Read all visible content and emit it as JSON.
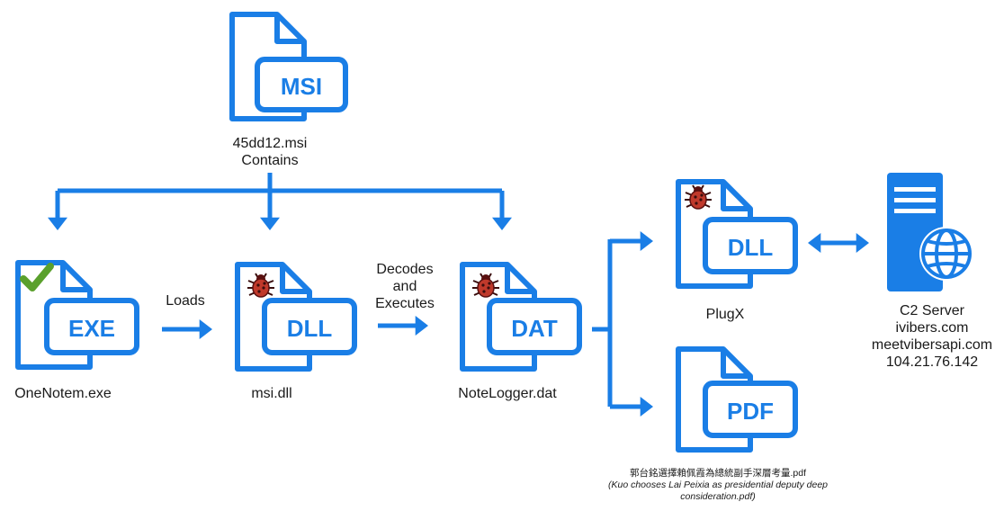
{
  "colors": {
    "primary_blue": "#1a7ee6",
    "badge_fill": "#ffffff",
    "malware_red": "#c0392b",
    "check_green": "#5aa02c",
    "server_blue": "#1a7ee6"
  },
  "nodes": {
    "msi": {
      "badge": "MSI",
      "caption_line1": "45dd12.msi",
      "caption_line2": "Contains"
    },
    "exe": {
      "badge": "EXE",
      "caption": "OneNotem.exe",
      "icon": "green-check-icon"
    },
    "dll_loader": {
      "badge": "DLL",
      "caption": "msi.dll",
      "icon": "malware-bug-icon"
    },
    "dat": {
      "badge": "DAT",
      "caption": "NoteLogger.dat",
      "icon": "malware-bug-icon"
    },
    "plugx": {
      "badge": "DLL",
      "caption": "PlugX",
      "icon": "malware-bug-icon"
    },
    "pdf": {
      "badge": "PDF",
      "caption_line1": "郭台銘選擇賴佩霞為總統副手深層考量.pdf",
      "caption_line2": "(Kuo chooses Lai Peixia as presidential deputy deep",
      "caption_line3": "consideration.pdf)"
    },
    "server": {
      "caption_line1": "C2 Server",
      "caption_line2": "ivibers.com",
      "caption_line3": "meetvibersapi.com",
      "caption_line4": "104.21.76.142",
      "icon": "server-globe-icon"
    }
  },
  "edges": {
    "loads": "Loads",
    "decodes_line1": "Decodes",
    "decodes_line2": "and",
    "decodes_line3": "Executes"
  }
}
